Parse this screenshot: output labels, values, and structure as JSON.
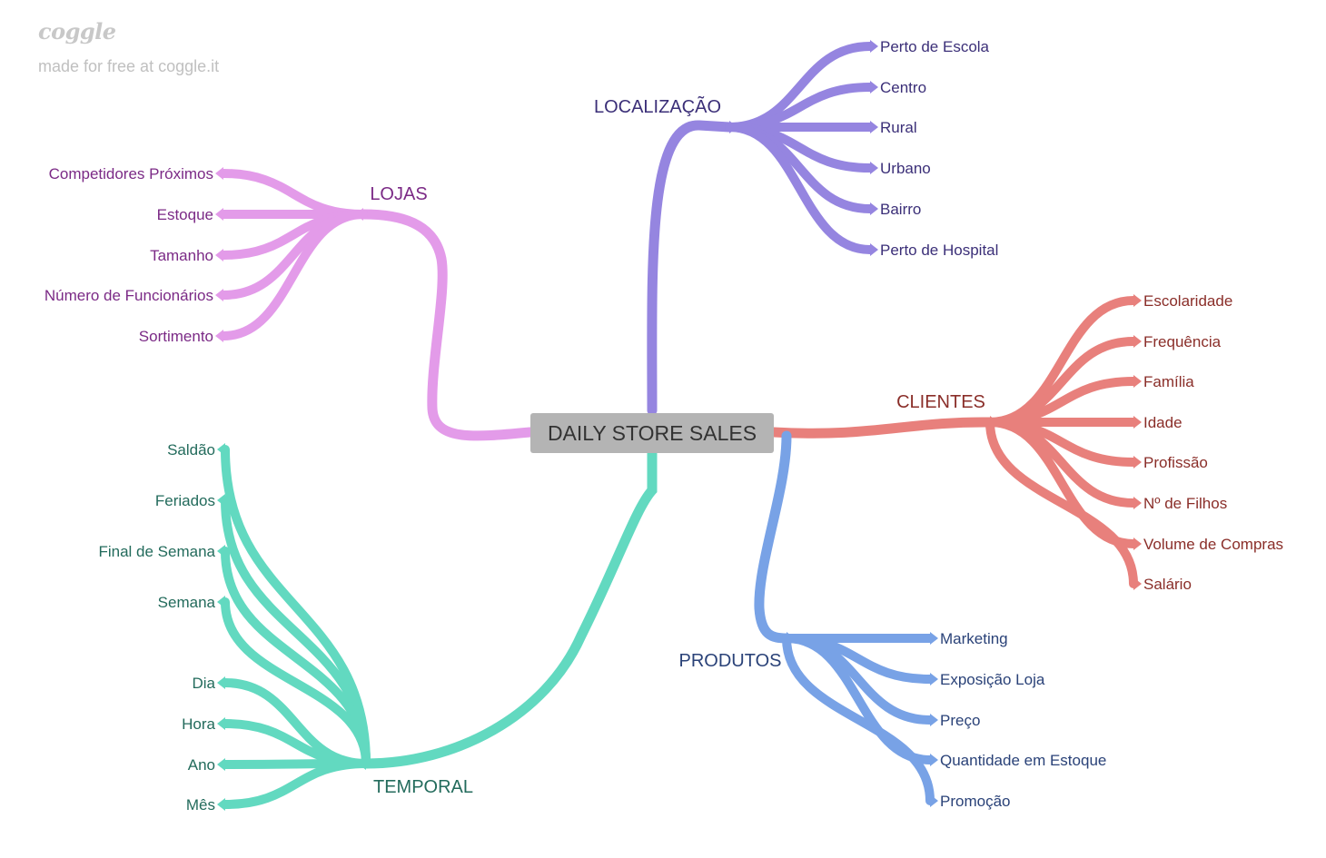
{
  "brand": {
    "logo": "coggle",
    "tagline": "made for free at coggle.it"
  },
  "center": {
    "label": "DAILY STORE SALES",
    "color": "#b4b4b4"
  },
  "branches": {
    "localizacao": {
      "label": "LOCALIZAÇÃO",
      "color": "#9585e0",
      "text_color": "#3b2f78",
      "leaves": [
        "Perto de Escola",
        "Centro",
        "Rural",
        "Urbano",
        "Bairro",
        "Perto de Hospital"
      ]
    },
    "lojas": {
      "label": "LOJAS",
      "color": "#e39be9",
      "text_color": "#7b2a86",
      "leaves": [
        "Competidores Próximos",
        "Estoque",
        "Tamanho",
        "Número de Funcionários",
        "Sortimento"
      ]
    },
    "clientes": {
      "label": "CLIENTES",
      "color": "#e8807c",
      "text_color": "#8a2e29",
      "leaves": [
        "Escolaridade",
        "Frequência",
        "Família",
        "Idade",
        "Profissão",
        "Nº de Filhos",
        "Volume de Compras",
        "Salário"
      ]
    },
    "produtos": {
      "label": "PRODUTOS",
      "color": "#78a2e6",
      "text_color": "#2a4278",
      "leaves": [
        "Marketing",
        "Exposição Loja",
        "Preço",
        "Quantidade em Estoque",
        "Promoção"
      ]
    },
    "temporal": {
      "label": "TEMPORAL",
      "color": "#62d9c0",
      "text_color": "#236b5c",
      "leaves": [
        "Saldão",
        "Feriados",
        "Final de Semana",
        "Semana",
        "Dia",
        "Hora",
        "Ano",
        "Mês"
      ]
    }
  }
}
